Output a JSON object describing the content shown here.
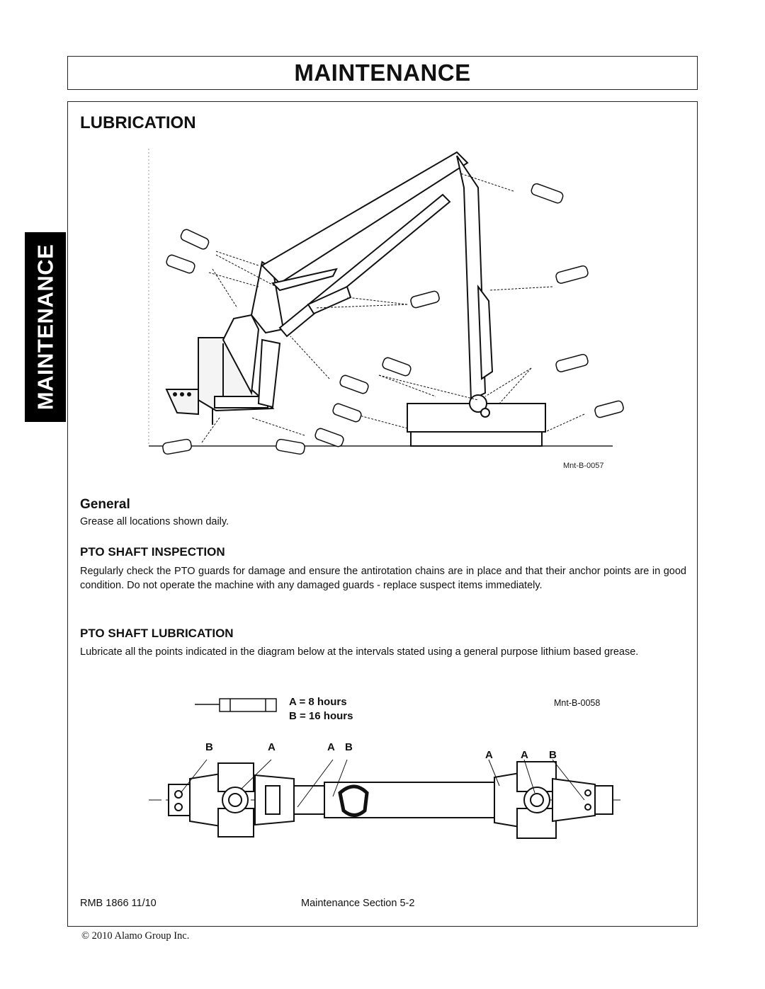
{
  "header": {
    "title": "MAINTENANCE"
  },
  "side_tab": {
    "label": "MAINTENANCE"
  },
  "section": {
    "title": "LUBRICATION"
  },
  "figure1": {
    "ref": "Mnt-B-0057"
  },
  "general": {
    "heading": "General",
    "text": "Grease all locations shown daily."
  },
  "pto_inspection": {
    "heading": "PTO SHAFT INSPECTION",
    "text": "Regularly check the PTO guards for damage and ensure the antirotation chains are in place and that their anchor points are in good condition. Do not operate the machine with any damaged guards - replace suspect items immediately."
  },
  "pto_lubrication": {
    "heading": "PTO SHAFT LUBRICATION",
    "text": "Lubricate all the points indicated in the diagram below at the intervals stated using a general purpose lithium based grease."
  },
  "figure2": {
    "ref": "Mnt-B-0058",
    "legend_a": "A =   8 hours",
    "legend_b": "B = 16 hours",
    "labels": [
      "B",
      "A",
      "A",
      "B",
      "A",
      "A",
      "B"
    ]
  },
  "footer": {
    "doc": "RMB 1866   11/10",
    "section": "Maintenance Section 5-2",
    "copyright": "© 2010 Alamo Group Inc."
  }
}
